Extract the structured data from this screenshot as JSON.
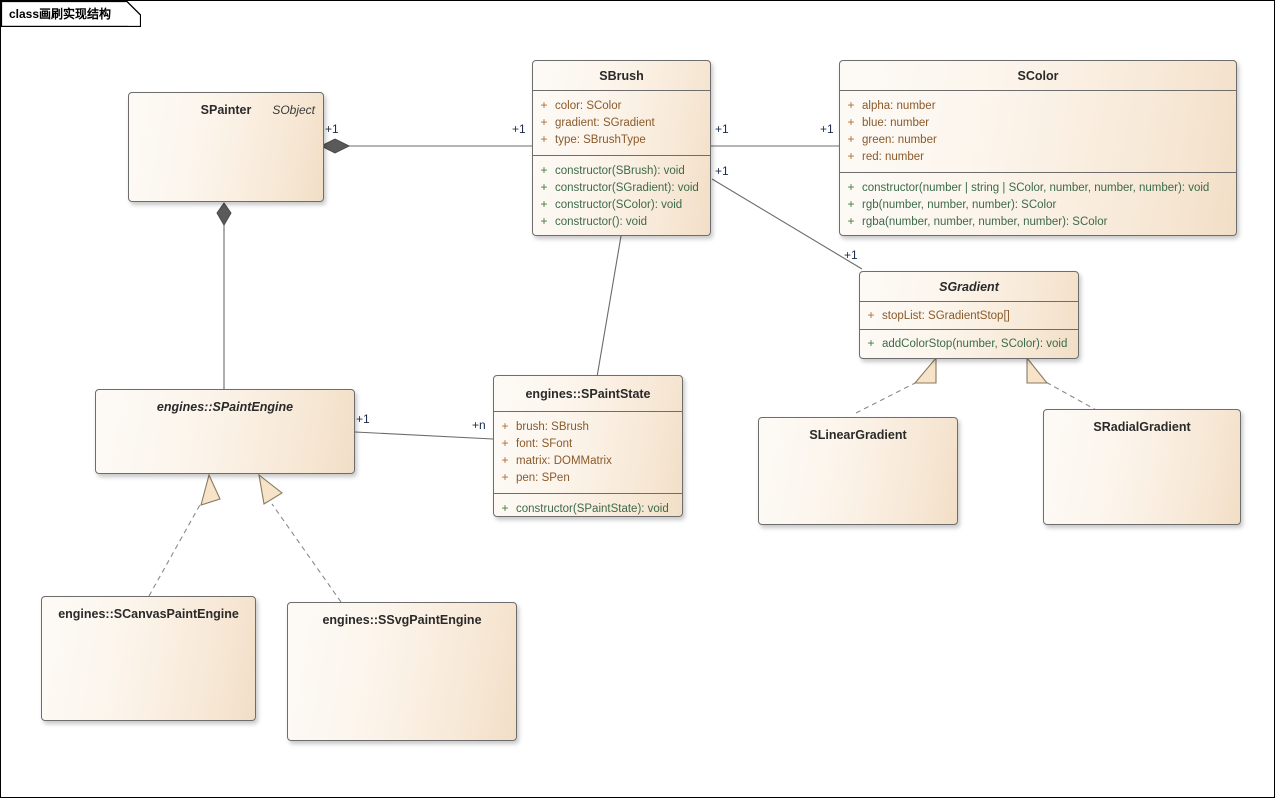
{
  "frame": {
    "keyword": "class",
    "name": "画刷实现结构",
    "label": "class画刷实现结构"
  },
  "diagram": {
    "type": "uml-class-diagram",
    "colors": {
      "box_fill_light": "#fdfaf6",
      "box_fill_dark": "#f2dec6",
      "box_border": "#6d6d6d",
      "attribute_text": "#8a5a2a",
      "operation_text": "#3c6a4a",
      "visibility_attr": "#b06a2e",
      "visibility_op": "#3c7a3c",
      "multiplicity_text": "#1b2a4a",
      "edge": "#6b6b6b",
      "triangle_fill": "#f6e3c8"
    }
  },
  "classes": [
    {
      "id": "spainter",
      "name": "SPainter",
      "stereotype": "SObject",
      "italic": false,
      "compartments": []
    },
    {
      "id": "sbrush",
      "name": "SBrush",
      "italic": false,
      "attributes": [
        {
          "vis": "+",
          "text": "color: SColor"
        },
        {
          "vis": "+",
          "text": "gradient: SGradient"
        },
        {
          "vis": "+",
          "text": "type: SBrushType"
        }
      ],
      "operations": [
        {
          "vis": "+",
          "text": "constructor(SBrush): void"
        },
        {
          "vis": "+",
          "text": "constructor(SGradient): void"
        },
        {
          "vis": "+",
          "text": "constructor(SColor): void"
        },
        {
          "vis": "+",
          "text": "constructor(): void"
        }
      ]
    },
    {
      "id": "scolor",
      "name": "SColor",
      "italic": false,
      "attributes": [
        {
          "vis": "+",
          "text": "alpha: number"
        },
        {
          "vis": "+",
          "text": "blue: number"
        },
        {
          "vis": "+",
          "text": "green: number"
        },
        {
          "vis": "+",
          "text": "red: number"
        }
      ],
      "operations": [
        {
          "vis": "+",
          "text": "constructor(number | string | SColor, number, number, number): void"
        },
        {
          "vis": "+",
          "text": "rgb(number, number, number): SColor"
        },
        {
          "vis": "+",
          "text": "rgba(number, number, number, number): SColor"
        }
      ]
    },
    {
      "id": "sgradient",
      "name": "SGradient",
      "italic": true,
      "attributes": [
        {
          "vis": "+",
          "text": "stopList: SGradientStop[]"
        }
      ],
      "operations": [
        {
          "vis": "+",
          "text": "addColorStop(number, SColor): void"
        }
      ]
    },
    {
      "id": "spaintstate",
      "name": "engines::SPaintState",
      "italic": false,
      "attributes": [
        {
          "vis": "+",
          "text": "brush: SBrush"
        },
        {
          "vis": "+",
          "text": "font: SFont"
        },
        {
          "vis": "+",
          "text": "matrix: DOMMatrix"
        },
        {
          "vis": "+",
          "text": "pen: SPen"
        }
      ],
      "operations": [
        {
          "vis": "+",
          "text": "constructor(SPaintState): void"
        }
      ]
    },
    {
      "id": "spaintengine",
      "name": "engines::SPaintEngine",
      "italic": true,
      "compartments": []
    },
    {
      "id": "scanvaspaintengine",
      "name": "engines::SCanvasPaintEngine",
      "italic": false,
      "compartments": []
    },
    {
      "id": "ssvgpaintengine",
      "name": "engines::SSvgPaintEngine",
      "italic": false,
      "compartments": []
    },
    {
      "id": "slineargradient",
      "name": "SLinearGradient",
      "italic": false,
      "compartments": []
    },
    {
      "id": "sradialgradient",
      "name": "SRadialGradient",
      "italic": false,
      "compartments": []
    }
  ],
  "multiplicities": [
    {
      "id": "m1",
      "text": "+1",
      "from": "SPainter",
      "to": "SBrush"
    },
    {
      "id": "m2",
      "text": "+1",
      "from": "SBrush",
      "to": "SPainter"
    },
    {
      "id": "m3",
      "text": "+1",
      "from": "SBrush",
      "to": "SColor"
    },
    {
      "id": "m4",
      "text": "+1",
      "from": "SColor",
      "to": "SBrush"
    },
    {
      "id": "m5",
      "text": "+1",
      "from": "SBrush",
      "to": "SGradient"
    },
    {
      "id": "m6",
      "text": "+1",
      "from": "SGradient",
      "to": "SBrush"
    },
    {
      "id": "m7",
      "text": "+1",
      "from": "SPaintEngine",
      "to": "SPaintState"
    },
    {
      "id": "m8",
      "text": "+n",
      "from": "SPaintState",
      "to": "SPaintEngine"
    }
  ],
  "relationships": [
    {
      "kind": "composition",
      "source": "SPainter",
      "target": "SBrush"
    },
    {
      "kind": "composition",
      "source": "SPainter",
      "target": "engines::SPaintEngine"
    },
    {
      "kind": "association",
      "source": "SBrush",
      "target": "SColor"
    },
    {
      "kind": "association",
      "source": "SBrush",
      "target": "SGradient"
    },
    {
      "kind": "association",
      "source": "SBrush",
      "target": "engines::SPaintState"
    },
    {
      "kind": "association",
      "source": "engines::SPaintEngine",
      "target": "engines::SPaintState"
    },
    {
      "kind": "realization",
      "source": "engines::SCanvasPaintEngine",
      "target": "engines::SPaintEngine"
    },
    {
      "kind": "realization",
      "source": "engines::SSvgPaintEngine",
      "target": "engines::SPaintEngine"
    },
    {
      "kind": "realization",
      "source": "SLinearGradient",
      "target": "SGradient"
    },
    {
      "kind": "realization",
      "source": "SRadialGradient",
      "target": "SGradient"
    }
  ]
}
